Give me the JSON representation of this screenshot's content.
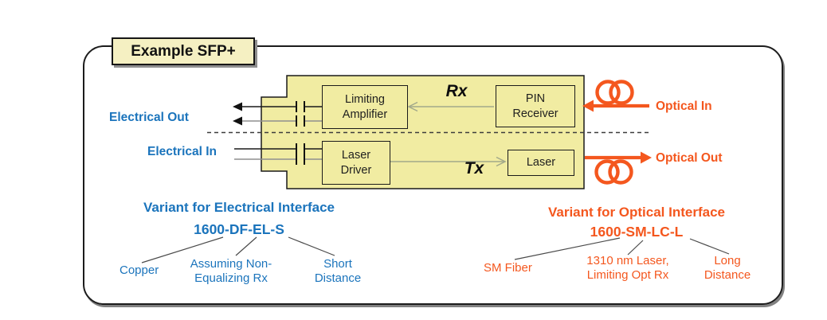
{
  "header": {
    "title": "Example SFP+"
  },
  "module": {
    "blocks": {
      "limiting_amplifier": {
        "line1": "Limiting",
        "line2": "Amplifier"
      },
      "pin_receiver": {
        "line1": "PIN",
        "line2": "Receiver"
      },
      "laser_driver": {
        "line1": "Laser",
        "line2": "Driver"
      },
      "laser": {
        "label": "Laser"
      }
    },
    "path_labels": {
      "rx": "Rx",
      "tx": "Tx"
    }
  },
  "ports": {
    "electrical_out": "Electrical Out",
    "electrical_in": "Electrical In",
    "optical_in": "Optical In",
    "optical_out": "Optical Out"
  },
  "variants": {
    "electrical": {
      "heading": "Variant for Electrical Interface",
      "code": "1600-DF-EL-S",
      "callouts": [
        {
          "line1": "Copper",
          "line2": ""
        },
        {
          "line1": "Assuming Non-",
          "line2": "Equalizing Rx"
        },
        {
          "line1": "Short",
          "line2": "Distance"
        }
      ]
    },
    "optical": {
      "heading": "Variant for Optical Interface",
      "code": "1600-SM-LC-L",
      "callouts": [
        {
          "line1": "SM Fiber",
          "line2": ""
        },
        {
          "line1": "1310 nm Laser,",
          "line2": "Limiting Opt Rx"
        },
        {
          "line1": "Long",
          "line2": "Distance"
        }
      ]
    }
  },
  "colors": {
    "blue": "#1B74BC",
    "orange": "#F4571E",
    "module_fill": "#F1ECA2",
    "title_fill": "#F5F0C2"
  }
}
